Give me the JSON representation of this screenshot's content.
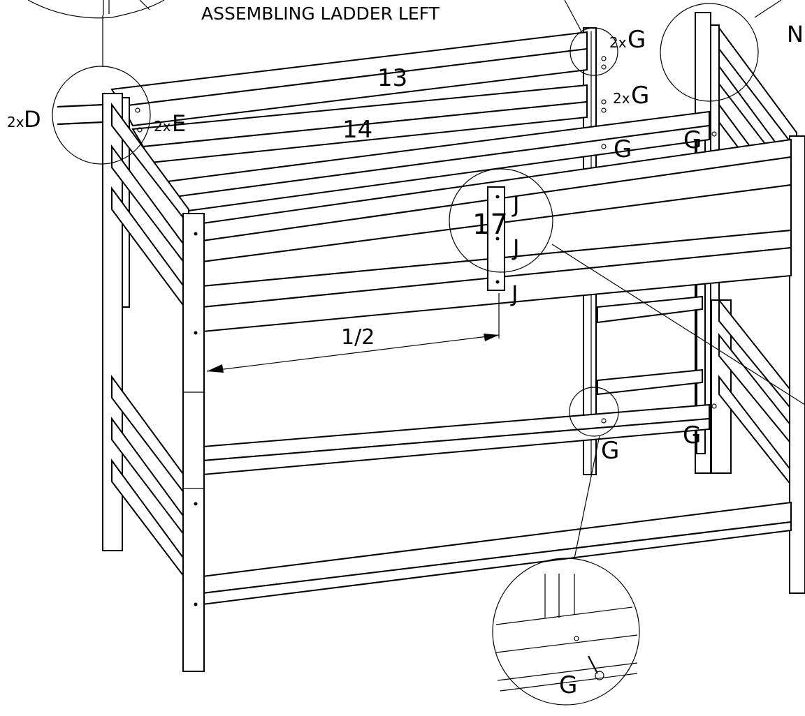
{
  "title": "ASSEMBLING LADDER LEFT",
  "labels": {
    "part_13": "13",
    "part_14": "14",
    "part_17": "17",
    "dimension": "1/2",
    "screw_d_prefix": "2x",
    "screw_d": "D",
    "screw_e_prefix": "2x",
    "screw_e": "E",
    "screw_g_top_prefix": "2x",
    "screw_g_top": "G",
    "screw_g_mid_prefix": "2x",
    "screw_g_mid": "G",
    "screw_g_rail": "G",
    "screw_g_post": "G",
    "screw_j1": "J",
    "screw_j2": "J",
    "screw_j3": "J",
    "screw_g_bottom": "G",
    "screw_g_bottom_right": "G",
    "screw_g_detail": "G",
    "part_n": "N"
  },
  "colors": {
    "line": "#000000",
    "background": "#ffffff"
  }
}
